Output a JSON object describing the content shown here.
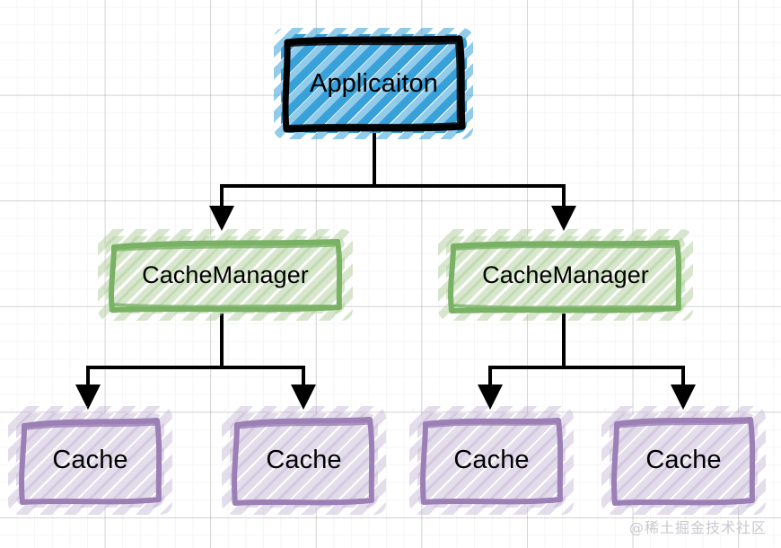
{
  "diagram": {
    "title_text": "Applicaiton",
    "background": "graph-paper-grid",
    "colors": {
      "application_fill": "#38a1da",
      "application_border": "#000000",
      "manager_fill": "#d6e7cb",
      "manager_border": "#79b165",
      "cache_fill": "#e2dbea",
      "cache_border": "#9b7fb5",
      "connector": "#000000",
      "grid_major": "#d7d7d7",
      "grid_minor": "#efefef",
      "watermark": "#c9c9cf"
    },
    "nodes": {
      "application": {
        "label": "Applicaiton"
      },
      "manager_left": {
        "label": "CacheManager"
      },
      "manager_right": {
        "label": "CacheManager"
      },
      "cache_1": {
        "label": "Cache"
      },
      "cache_2": {
        "label": "Cache"
      },
      "cache_3": {
        "label": "Cache"
      },
      "cache_4": {
        "label": "Cache"
      }
    },
    "edges": [
      {
        "from": "application",
        "to": "manager_left"
      },
      {
        "from": "application",
        "to": "manager_right"
      },
      {
        "from": "manager_left",
        "to": "cache_1"
      },
      {
        "from": "manager_left",
        "to": "cache_2"
      },
      {
        "from": "manager_right",
        "to": "cache_3"
      },
      {
        "from": "manager_right",
        "to": "cache_4"
      }
    ]
  },
  "watermark": {
    "text": "@稀土掘金技术社区"
  }
}
